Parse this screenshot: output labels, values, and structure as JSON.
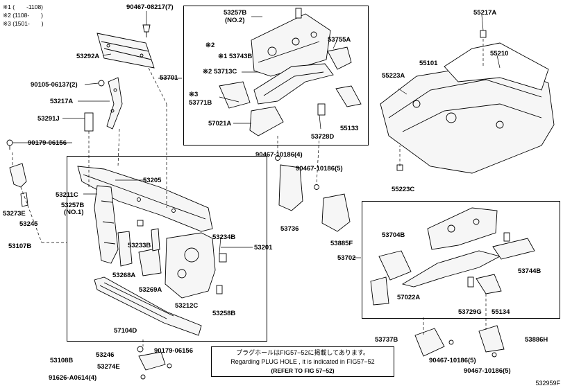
{
  "legend": [
    {
      "mark": "※1",
      "text": "(　　-1108)"
    },
    {
      "mark": "※2",
      "text": "(1108-　　)"
    },
    {
      "mark": "※3",
      "text": "(1501-　　)"
    }
  ],
  "labels": {
    "l_90467_08217": "90467-08217(7)",
    "l_53292A": "53292A",
    "l_90105": "90105-06137(2)",
    "l_53217A": "53217A",
    "l_53291J": "53291J",
    "l_90179a": "90179-06156",
    "l_53273E": "53273E",
    "l_53245": "53245",
    "l_53107B": "53107B",
    "l_53205": "53205",
    "l_53211C": "53211C",
    "l_53257B_no1_a": "53257B",
    "l_53257B_no1_b": "(NO.1)",
    "l_53233B": "53233B",
    "l_53268A": "53268A",
    "l_53269A": "53269A",
    "l_53212C": "53212C",
    "l_53234B": "53234B",
    "l_53201": "53201",
    "l_53258B": "53258B",
    "l_57104D": "57104D",
    "l_53246": "53246",
    "l_53108B": "53108B",
    "l_53274E": "53274E",
    "l_90179b": "90179-06156",
    "l_91626": "91626-A0614(4)",
    "l_53701": "53701",
    "l_53257B_no2_a": "53257B",
    "l_53257B_no2_b": "(NO.2)",
    "l_mark2a": "※2",
    "l_mark1": "※1",
    "l_53743B": "53743B",
    "l_mark2b": "※2",
    "l_53713C": "53713C",
    "l_53755A": "53755A",
    "l_mark3": "※3",
    "l_53771B": "53771B",
    "l_57021A": "57021A",
    "l_53728D": "53728D",
    "l_53133": "55133",
    "l_90467_4": "90467-10186(4)",
    "l_90467_5a": "90467-10186(5)",
    "l_53736": "53736",
    "l_53885F": "53885F",
    "l_55217A": "55217A",
    "l_55210": "55210",
    "l_55223A": "55223A",
    "l_55101": "55101",
    "l_55223C": "55223C",
    "l_53702": "53702",
    "l_53704B": "53704B",
    "l_53744B": "53744B",
    "l_57022A": "57022A",
    "l_53729G": "53729G",
    "l_55134": "55134",
    "l_53737B": "53737B",
    "l_53886H": "53886H",
    "l_90467_5b": "90467-10186(5)",
    "l_90467_5c": "90467-10186(5)"
  },
  "note": {
    "jp": "プラグホールはFIG57−52に掲載してあります。",
    "en": "Regarding PLUG HOLE , it is indicated in FIG57−52",
    "ref": "(REFER TO FIG 57−52)"
  },
  "figure_id": "532959F"
}
